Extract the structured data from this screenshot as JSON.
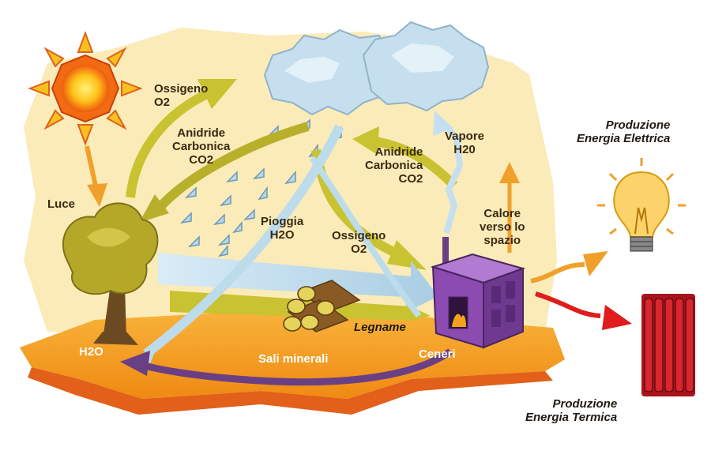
{
  "labels": {
    "ossigeno_top": [
      "Ossigeno",
      "O2"
    ],
    "anidride_left": [
      "Anidride",
      "Carbonica",
      "CO2"
    ],
    "luce": "Luce",
    "pioggia": [
      "Pioggia",
      "H2O"
    ],
    "ossigeno_mid": [
      "Ossigeno",
      "O2"
    ],
    "anidride_right": [
      "Anidride",
      "Carbonica",
      "CO2"
    ],
    "vapore": [
      "Vapore",
      "H20"
    ],
    "calore": [
      "Calore",
      "verso lo",
      "spazio"
    ],
    "legname": "Legname",
    "sali": "Sali minerali",
    "ceneri": "Ceneri",
    "h2o_ground": "H2O",
    "prod_elettrica": [
      "Produzione",
      "Energia Elettrica"
    ],
    "prod_termica": [
      "Produzione",
      "Energia Termica"
    ]
  },
  "colors": {
    "background": "#fbebb8",
    "ground": "#f39a16",
    "ground_dark": "#e2601a",
    "flow_yellow": "#c9c231",
    "flow_blue": "#bcdcec",
    "flow_purple": "#6a3f84",
    "arrow_orange": "#f0a02a",
    "arrow_red": "#e01c1c",
    "stove": "#8b4bb0",
    "cloud": "#c6dfee",
    "sun": "#f26a12",
    "tree": "#b5a829"
  },
  "icons": [
    "sun-icon",
    "cloud-icon",
    "tree-icon",
    "logs-icon",
    "stove-icon",
    "light-bulb-icon",
    "radiator-icon"
  ]
}
